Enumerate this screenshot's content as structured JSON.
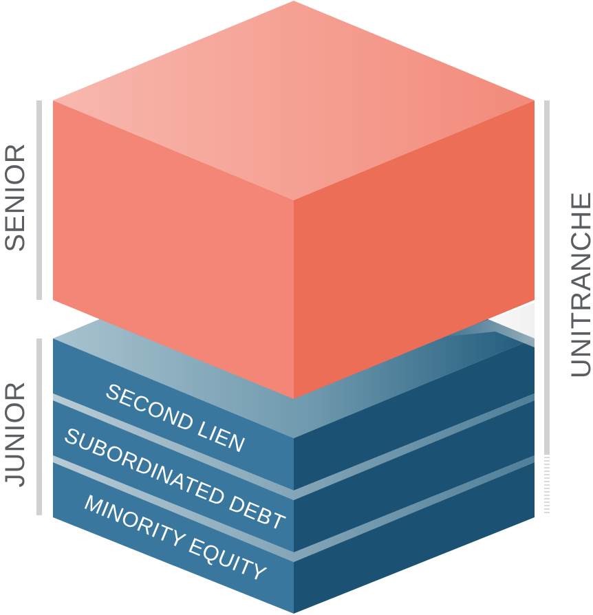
{
  "labels": {
    "senior": "SENIOR",
    "junior": "JUNIOR",
    "unitranche": "UNITRANCHE"
  },
  "layers": [
    {
      "key": "second_lien",
      "label": "SECOND LIEN"
    },
    {
      "key": "subordinated_debt",
      "label": "SUBORDINATED DEBT"
    },
    {
      "key": "minority_equity",
      "label": "MINORITY EQUITY"
    }
  ],
  "colors": {
    "senior_front": "#f38676",
    "senior_side": "#ec6e56",
    "senior_top_light": "#f8b8ae",
    "senior_top_dark": "#f28a7a",
    "junior_front": "#3a779e",
    "junior_side": "#1b5173",
    "junior_top_light": "#a9c3cf",
    "junior_top_dark": "#2f6b8c",
    "bracket": "#cfd1d3",
    "label_text": "#5a5e62"
  }
}
